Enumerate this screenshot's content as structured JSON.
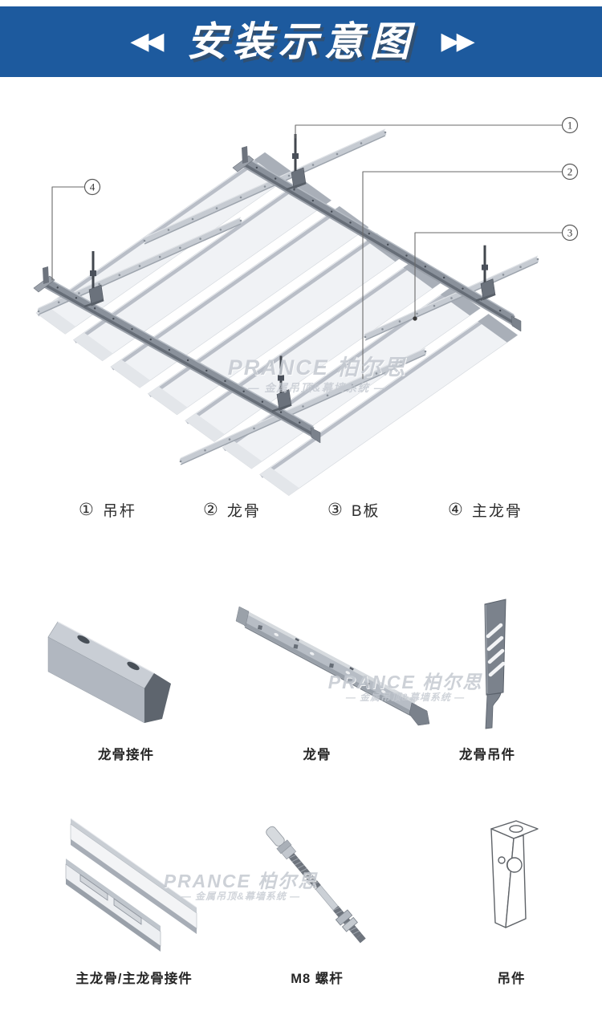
{
  "header": {
    "arrows_left": "◀◀",
    "title": "安装示意图",
    "arrows_right": "▶▶"
  },
  "diagram": {
    "callouts": [
      "1",
      "2",
      "3",
      "4"
    ]
  },
  "watermark": {
    "brand": "PRANCE 柏尔思",
    "tagline": "— 金属吊顶&幕墙系统 —"
  },
  "legend": {
    "items": [
      {
        "marker": "①",
        "label": "吊杆"
      },
      {
        "marker": "②",
        "label": "龙骨"
      },
      {
        "marker": "③",
        "label": "B板"
      },
      {
        "marker": "④",
        "label": "主龙骨"
      }
    ]
  },
  "components": {
    "row1": [
      {
        "label": "龙骨接件"
      },
      {
        "label": "龙骨"
      },
      {
        "label": "龙骨吊件"
      }
    ],
    "row2": [
      {
        "label": "主龙骨/主龙骨接件"
      },
      {
        "label": "M8 螺杆"
      },
      {
        "label": "吊件"
      }
    ]
  },
  "colors": {
    "header_bg": "#1d5a9e",
    "header_text": "#ffffff",
    "leader_line": "#6a6a6a",
    "steel_dark": "#8a919b",
    "steel_light": "#c6cbd2",
    "panel": "#f0f2f5",
    "watermark": "#c5cad1"
  }
}
